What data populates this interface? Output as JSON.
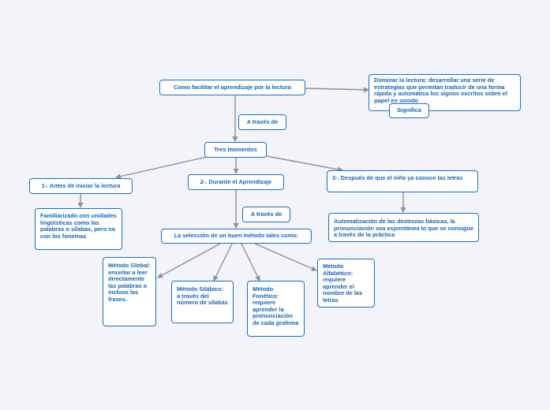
{
  "colors": {
    "background": "#f2f4fa",
    "node_border": "#1670c4",
    "node_text": "#1565b8",
    "edge": "#8a8f99"
  },
  "nodes": {
    "root": "Como facilitar el aprendizaje por la lectura",
    "definition": "Dominar la lectura: desarrollar una serie de estrategias que permitan traducir de una forma rápida y automática los signos escritos sobre el papel en sonido",
    "significa": "Significa",
    "a_traves_1": "A través de",
    "tres_momentos": "Tres momentos",
    "antes": "1-. Antes de iniciar la lectura",
    "durante": "2-. Durante el Aprendizaje",
    "despues": "3-. Después de que el niño ya conoce las letras",
    "familiarizado": "Familiarizado con unidades lingüísticas como las palabras o sílabas, pero no con los fonemas",
    "a_traves_2": "A través de",
    "automatizacion": "Automatización de las destrezas básicas, la pronunciación sea espontánea lo que se consigue a través de la práctica",
    "seleccion": "La selección de un buen método tales como:",
    "global": "Método Global: enseñar a leer directamente las palabras o incluso las frases.",
    "silabico": "Método Silábico: a través del número de sílabas",
    "fonetico": "Método Fonético: requiere aprender la pronunciación de cada grafema",
    "alfabetico": "Método Alfabético: requiere aprender el nombre de las letras"
  }
}
